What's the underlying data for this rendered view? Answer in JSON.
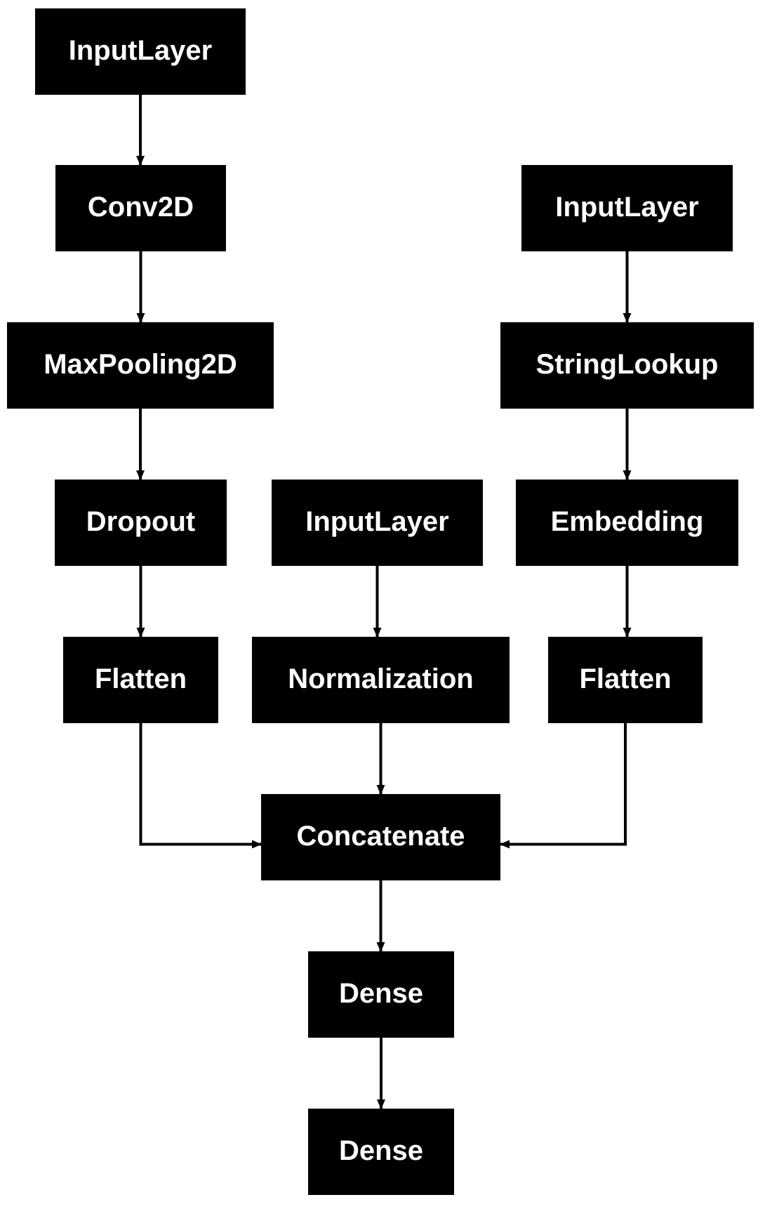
{
  "diagram": {
    "colors": {
      "node_fill": "#000000",
      "node_text": "#ffffff",
      "edge": "#000000",
      "background": "#ffffff"
    },
    "nodes": [
      {
        "id": "input-1",
        "label": "InputLayer"
      },
      {
        "id": "conv2d",
        "label": "Conv2D"
      },
      {
        "id": "maxpooling2d",
        "label": "MaxPooling2D"
      },
      {
        "id": "dropout",
        "label": "Dropout"
      },
      {
        "id": "flatten-1",
        "label": "Flatten"
      },
      {
        "id": "input-2",
        "label": "InputLayer"
      },
      {
        "id": "normalization",
        "label": "Normalization"
      },
      {
        "id": "input-3",
        "label": "InputLayer"
      },
      {
        "id": "stringlookup",
        "label": "StringLookup"
      },
      {
        "id": "embedding",
        "label": "Embedding"
      },
      {
        "id": "flatten-2",
        "label": "Flatten"
      },
      {
        "id": "concatenate",
        "label": "Concatenate"
      },
      {
        "id": "dense-1",
        "label": "Dense"
      },
      {
        "id": "dense-2",
        "label": "Dense"
      }
    ],
    "edges": [
      {
        "from": "input-1",
        "to": "conv2d"
      },
      {
        "from": "conv2d",
        "to": "maxpooling2d"
      },
      {
        "from": "maxpooling2d",
        "to": "dropout"
      },
      {
        "from": "dropout",
        "to": "flatten-1"
      },
      {
        "from": "input-2",
        "to": "normalization"
      },
      {
        "from": "input-3",
        "to": "stringlookup"
      },
      {
        "from": "stringlookup",
        "to": "embedding"
      },
      {
        "from": "embedding",
        "to": "flatten-2"
      },
      {
        "from": "flatten-1",
        "to": "concatenate"
      },
      {
        "from": "normalization",
        "to": "concatenate"
      },
      {
        "from": "flatten-2",
        "to": "concatenate"
      },
      {
        "from": "concatenate",
        "to": "dense-1"
      },
      {
        "from": "dense-1",
        "to": "dense-2"
      }
    ]
  }
}
